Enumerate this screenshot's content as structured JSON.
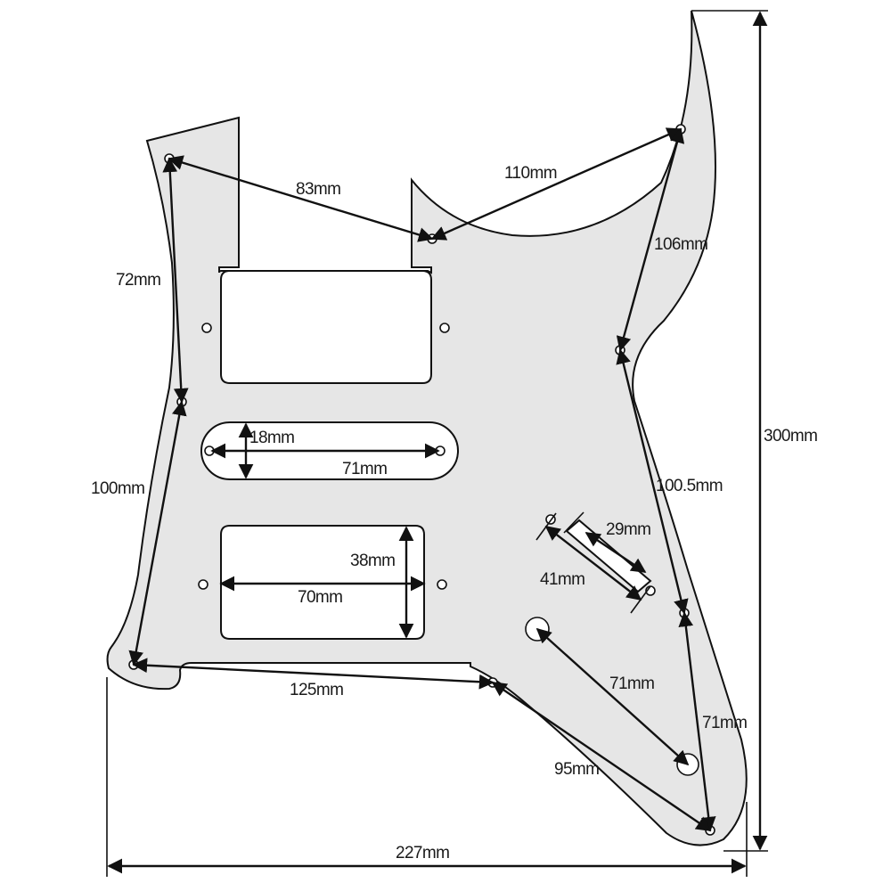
{
  "diagram": {
    "part": "pickguard",
    "colors": {
      "plate": "#e6e6e6",
      "outline": "#111111",
      "background": "#ffffff"
    },
    "dimensions": [
      {
        "id": "d83",
        "label": "83mm"
      },
      {
        "id": "d110",
        "label": "110mm"
      },
      {
        "id": "d106",
        "label": "106mm"
      },
      {
        "id": "d72",
        "label": "72mm"
      },
      {
        "id": "d18",
        "label": "18mm"
      },
      {
        "id": "d71a",
        "label": "71mm"
      },
      {
        "id": "d100",
        "label": "100mm"
      },
      {
        "id": "d1005",
        "label": "100.5mm"
      },
      {
        "id": "d29",
        "label": "29mm"
      },
      {
        "id": "d41",
        "label": "41mm"
      },
      {
        "id": "d38",
        "label": "38mm"
      },
      {
        "id": "d70",
        "label": "70mm"
      },
      {
        "id": "d125",
        "label": "125mm"
      },
      {
        "id": "d71b",
        "label": "71mm"
      },
      {
        "id": "d71c",
        "label": "71mm"
      },
      {
        "id": "d95",
        "label": "95mm"
      },
      {
        "id": "d300",
        "label": "300mm"
      },
      {
        "id": "d227",
        "label": "227mm"
      }
    ]
  }
}
